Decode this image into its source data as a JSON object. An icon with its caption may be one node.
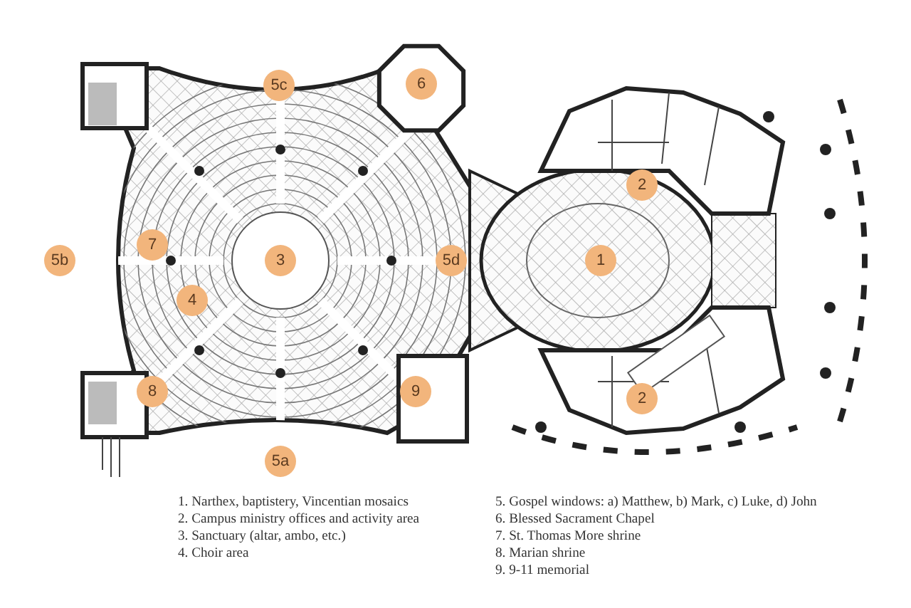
{
  "diagram": {
    "labels": [
      "5c",
      "6",
      "2",
      "7",
      "5b",
      "3",
      "5d",
      "1",
      "4",
      "8",
      "9",
      "2",
      "5a",
      "1. Narthex, baptistery, Vincentian mosaics",
      "2. Campus ministry offices and activity area",
      "3. Sanctuary (altar, ambo, etc.)",
      "4. Choir area",
      "5. Gospel windows: a) Matthew, b) Mark, c) Luke, d) John",
      "6. Blessed Sacrament Chapel",
      "7. St. Thomas More shrine",
      "8. Marian shrine",
      "9. 9-11 memorial"
    ]
  }
}
